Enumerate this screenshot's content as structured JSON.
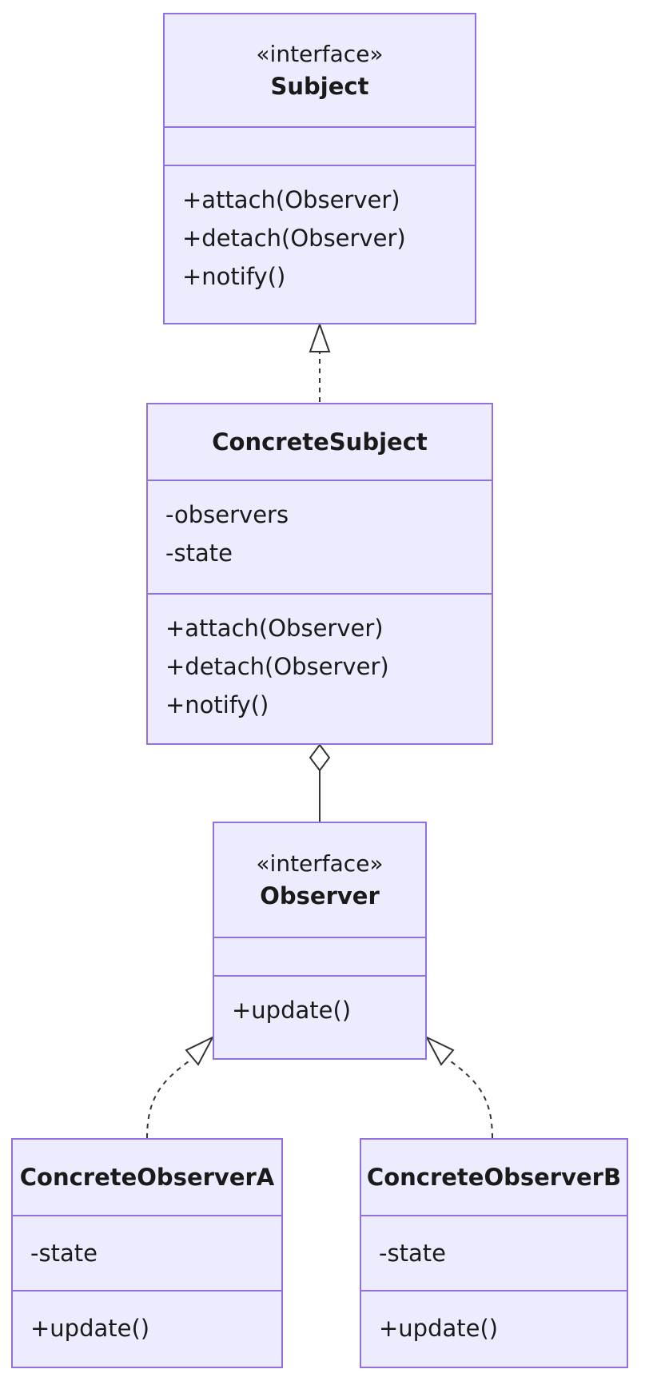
{
  "diagram": {
    "classes": [
      {
        "id": "subject",
        "stereotype": "«interface»",
        "name": "Subject",
        "attributes": [],
        "methods": [
          "+attach(Observer)",
          "+detach(Observer)",
          "+notify()"
        ]
      },
      {
        "id": "concrete-subject",
        "stereotype": "",
        "name": "ConcreteSubject",
        "attributes": [
          "-observers",
          "-state"
        ],
        "methods": [
          "+attach(Observer)",
          "+detach(Observer)",
          "+notify()"
        ]
      },
      {
        "id": "observer",
        "stereotype": "«interface»",
        "name": "Observer",
        "attributes": [],
        "methods": [
          "+update()"
        ]
      },
      {
        "id": "concrete-observer-a",
        "stereotype": "",
        "name": "ConcreteObserverA",
        "attributes": [
          "-state"
        ],
        "methods": [
          "+update()"
        ]
      },
      {
        "id": "concrete-observer-b",
        "stereotype": "",
        "name": "ConcreteObserverB",
        "attributes": [
          "-state"
        ],
        "methods": [
          "+update()"
        ]
      }
    ],
    "relations": [
      {
        "from": "concrete-subject",
        "to": "subject",
        "type": "realization"
      },
      {
        "from": "observer",
        "to": "concrete-subject",
        "type": "aggregation"
      },
      {
        "from": "concrete-observer-a",
        "to": "observer",
        "type": "realization"
      },
      {
        "from": "concrete-observer-b",
        "to": "observer",
        "type": "realization"
      }
    ],
    "colors": {
      "box_fill": "#ececfe",
      "box_border": "#9370db",
      "line": "#333333",
      "text": "#1a1a1a"
    }
  }
}
